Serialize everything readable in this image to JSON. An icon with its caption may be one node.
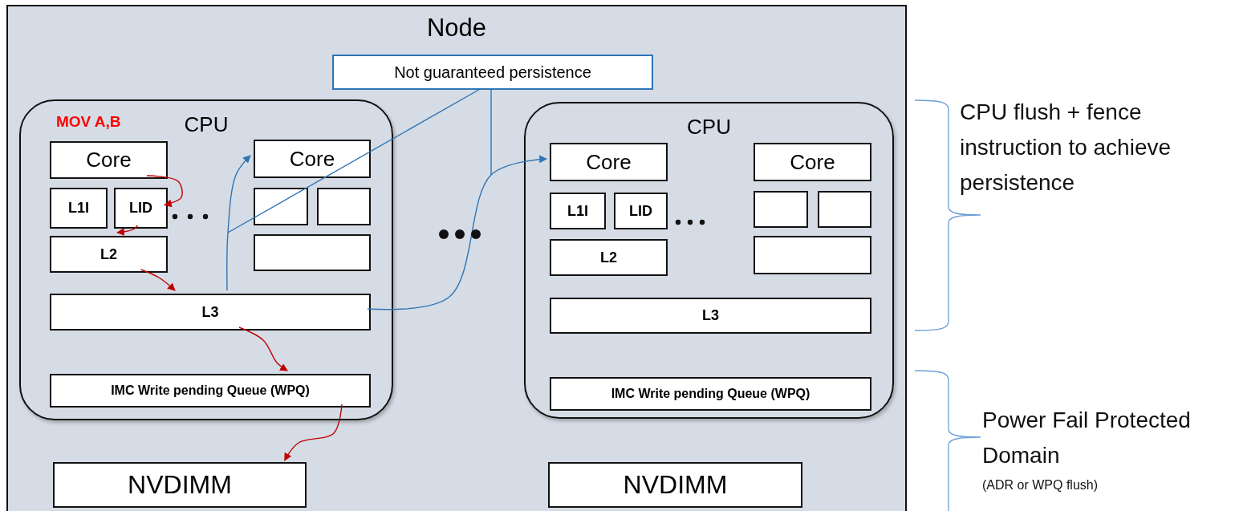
{
  "diagram": {
    "nodes": [
      {
        "text": [
          "Node"
        ]
      },
      {
        "text": [
          "Not guaranteed persistence"
        ],
        "in": 0
      },
      {
        "text": [
          "CPU"
        ],
        "in": 0
      },
      {
        "text": [
          "Core"
        ],
        "in": 2
      },
      {
        "text": [
          "L1I"
        ],
        "in": 2
      },
      {
        "text": [
          "LID"
        ],
        "in": 2
      },
      {
        "text": [
          "L2"
        ],
        "in": 2
      },
      {
        "text": [
          "Core"
        ],
        "in": 2
      },
      {
        "text": [],
        "shape": "box",
        "in": 2
      },
      {
        "text": [],
        "shape": "box",
        "in": 2
      },
      {
        "text": [],
        "shape": "box",
        "in": 2
      },
      {
        "text": [
          "L3"
        ],
        "in": 2
      },
      {
        "text": [
          "IMC Write pending Queue (WPQ)"
        ],
        "in": 2
      },
      {
        "text": [
          "CPU"
        ],
        "in": 0
      },
      {
        "text": [
          "Core"
        ],
        "in": 13
      },
      {
        "text": [
          "L1I"
        ],
        "in": 13
      },
      {
        "text": [
          "LID"
        ],
        "in": 13
      },
      {
        "text": [
          "L2"
        ],
        "in": 13
      },
      {
        "text": [
          "Core"
        ],
        "in": 13
      },
      {
        "text": [],
        "shape": "box",
        "in": 13
      },
      {
        "text": [],
        "shape": "box",
        "in": 13
      },
      {
        "text": [],
        "shape": "box",
        "in": 13
      },
      {
        "text": [
          "L3"
        ],
        "in": 13
      },
      {
        "text": [
          "IMC Write pending Queue (WPQ)"
        ],
        "in": 13
      },
      {
        "text": [
          "NVDIMM"
        ],
        "in": 0
      },
      {
        "text": [
          "NVDIMM"
        ],
        "in": 0
      }
    ],
    "edges": [
      {
        "from": 3,
        "to": 5,
        "arrow": "to"
      },
      {
        "from": 5,
        "to": 6,
        "arrow": "to"
      },
      {
        "from": 6,
        "to": 11,
        "arrow": "to"
      },
      {
        "from": 11,
        "to": 12,
        "arrow": "to"
      },
      {
        "from": 12,
        "to": 24,
        "arrow": "to"
      },
      {
        "from": 11,
        "to": 7,
        "arrow": "to",
        "color": "#2e75b6"
      },
      {
        "from": 11,
        "to": 14,
        "arrow": "to",
        "color": "#2e75b6"
      },
      {
        "from": 1,
        "to": null,
        "arrow": "none",
        "color": "#2e75b6"
      },
      {
        "from": 1,
        "to": null,
        "arrow": "none",
        "color": "#2e75b6"
      }
    ],
    "labels": [
      "MOV A,B",
      "CPU flush + fence instruction to achieve persistence",
      "Power Fail Protected Domain",
      "(ADR or WPQ flush)"
    ]
  }
}
